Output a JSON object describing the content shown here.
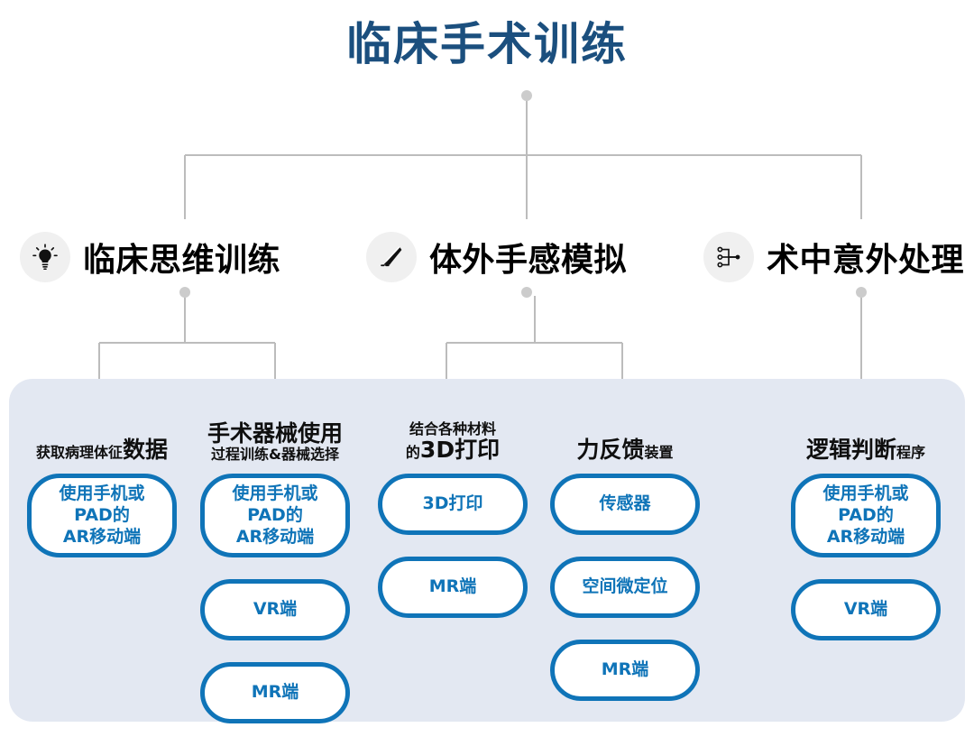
{
  "title": "临床手术训练",
  "colors": {
    "title_blue": "#1b4f7e",
    "pill_blue": "#0f74b8",
    "panel_bg": "#e3e8f2",
    "icon_bg": "#f0f0f0",
    "connector": "#b8b8b8"
  },
  "branches": [
    {
      "icon": "lightbulb-icon",
      "label": "临床思维训练"
    },
    {
      "icon": "scalpel-icon",
      "label": "体外手感模拟"
    },
    {
      "icon": "node-tree-icon",
      "label": "术中意外处理"
    }
  ],
  "columns": [
    {
      "heading_lines": [
        {
          "small": "获取病理体征",
          "big": "数据"
        }
      ],
      "items": [
        {
          "lines": [
            "使用手机或",
            "PAD的",
            "AR移动端"
          ]
        }
      ]
    },
    {
      "heading_lines": [
        {
          "big": "手术器械使用"
        },
        {
          "small": "过程训练&器械选择"
        }
      ],
      "items": [
        {
          "lines": [
            "使用手机或",
            "PAD的",
            "AR移动端"
          ]
        },
        {
          "lines": [
            "VR端"
          ]
        },
        {
          "lines": [
            "MR端"
          ]
        }
      ]
    },
    {
      "heading_lines": [
        {
          "small": "结合各种材料"
        },
        {
          "small": "的",
          "big": "3D打印"
        }
      ],
      "items": [
        {
          "lines": [
            "3D打印"
          ]
        },
        {
          "lines": [
            "MR端"
          ]
        }
      ]
    },
    {
      "heading_lines": [
        {
          "big": "力反馈",
          "small_after": "装置"
        }
      ],
      "items": [
        {
          "lines": [
            "传感器"
          ]
        },
        {
          "lines": [
            "空间微定位"
          ]
        },
        {
          "lines": [
            "MR端"
          ]
        }
      ]
    },
    {
      "heading_lines": [
        {
          "big": "逻辑判断",
          "small_after": "程序"
        }
      ],
      "items": [
        {
          "lines": [
            "使用手机或",
            "PAD的",
            "AR移动端"
          ]
        },
        {
          "lines": [
            "VR端"
          ]
        }
      ]
    }
  ]
}
